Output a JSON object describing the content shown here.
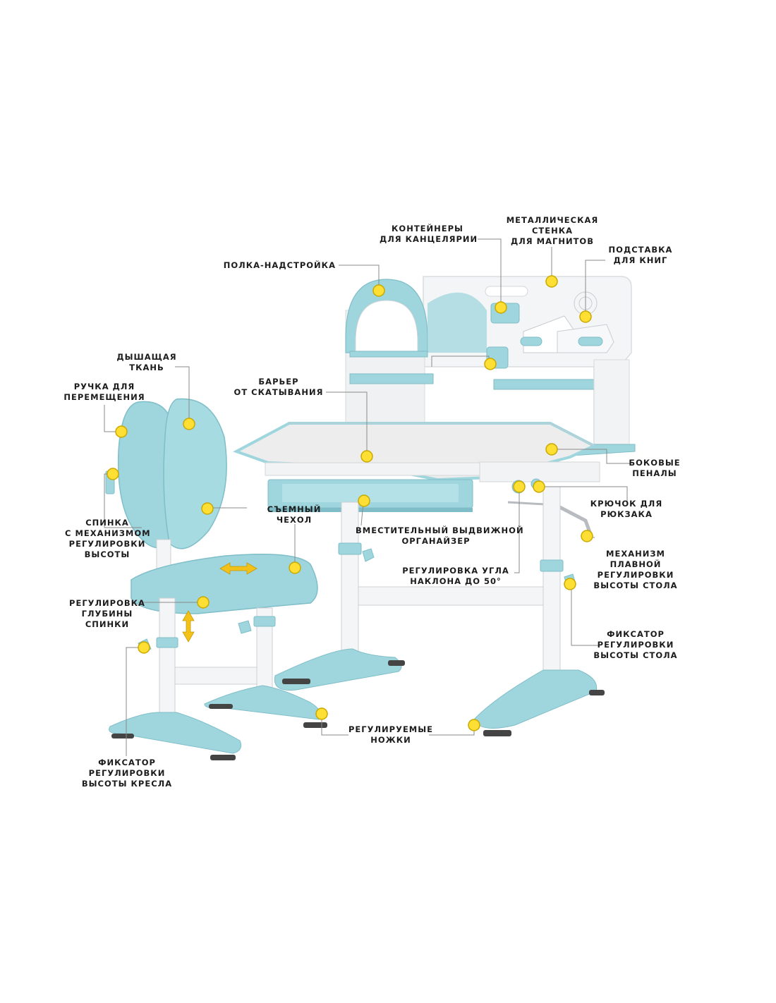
{
  "colors": {
    "accent_blue": "#9fd6de",
    "accent_blue_dark": "#7cc0cb",
    "white_panel": "#f4f5f6",
    "marker_yellow": "#ffdf33",
    "leader_line": "#8a8a8a"
  },
  "labels": {
    "shelf": [
      "ПОЛКА-НАДСТРОЙКА"
    ],
    "containers": [
      "КОНТЕЙНЕРЫ",
      "ДЛЯ КАНЦЕЛЯРИИ"
    ],
    "metal_wall": [
      "МЕТАЛЛИЧЕСКАЯ",
      "СТЕНКА",
      "ДЛЯ МАГНИТОВ"
    ],
    "book_stand": [
      "ПОДСТАВКА",
      "ДЛЯ КНИГ"
    ],
    "breathable": [
      "ДЫШАЩАЯ",
      "ТКАНЬ"
    ],
    "handle": [
      "РУЧКА ДЛЯ",
      "ПЕРЕМЕЩЕНИЯ"
    ],
    "barrier": [
      "БАРЬЕР",
      "ОТ СКАТЫВАНИЯ"
    ],
    "side_cases": [
      "БОКОВЫЕ",
      "ПЕНАЛЫ"
    ],
    "hook": [
      "КРЮЧОК ДЛЯ",
      "РЮКЗАКА"
    ],
    "cover": [
      "СЪЕМНЫЙ",
      "ЧЕХОЛ"
    ],
    "backrest": [
      "СПИНКА",
      "С МЕХАНИЗМОМ",
      "РЕГУЛИРОВКИ",
      "ВЫСОТЫ"
    ],
    "organizer": [
      "ВМЕСТИТЕЛЬНЫЙ ВЫДВИЖНОЙ",
      "ОРГАНАЙЗЕР"
    ],
    "crank": [
      "МЕХАНИЗМ",
      "ПЛАВНОЙ",
      "РЕГУЛИРОВКИ",
      "ВЫСОТЫ СТОЛА"
    ],
    "tilt": [
      "РЕГУЛИРОВКА УГЛА",
      "НАКЛОНА ДО 50°"
    ],
    "depth": [
      "РЕГУЛИРОВКА",
      "ГЛУБИНЫ",
      "СПИНКИ"
    ],
    "desk_lock": [
      "ФИКСАТОР",
      "РЕГУЛИРОВКИ",
      "ВЫСОТЫ СТОЛА"
    ],
    "legs": [
      "РЕГУЛИРУЕМЫЕ",
      "НОЖКИ"
    ],
    "chair_lock": [
      "ФИКСАТОР",
      "РЕГУЛИРОВКИ",
      "ВЫСОТЫ КРЕСЛА"
    ]
  }
}
